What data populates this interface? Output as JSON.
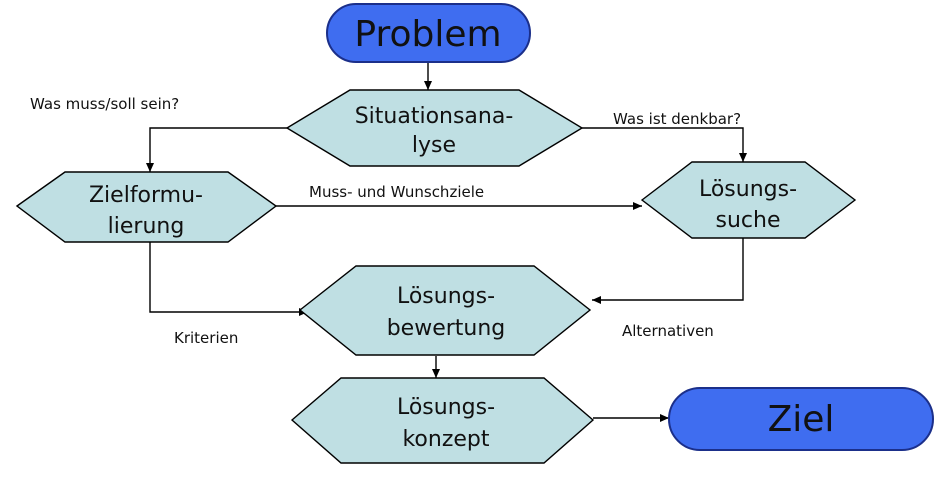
{
  "colors": {
    "terminal_fill": "#3f6df0",
    "terminal_stroke": "#1b2f8a",
    "process_fill": "#bfdfe3",
    "process_stroke": "#000000",
    "line": "#000000"
  },
  "nodes": {
    "problem": {
      "label": "Problem"
    },
    "situationsanalyse": {
      "line1": "Situationsana-",
      "line2": "lyse"
    },
    "zielformulierung": {
      "line1": "Zielformu-",
      "line2": "lierung"
    },
    "loesungssuche": {
      "line1": "Lösungs-",
      "line2": "suche"
    },
    "loesungsbewertung": {
      "line1": "Lösungs-",
      "line2": "bewertung"
    },
    "loesungskonzept": {
      "line1": "Lösungs-",
      "line2": "konzept"
    },
    "ziel": {
      "label": "Ziel"
    }
  },
  "edge_labels": {
    "was_muss": "Was muss/soll sein?",
    "was_denkbar": "Was ist denkbar?",
    "muss_wunsch": "Muss- und Wunschziele",
    "kriterien": "Kriterien",
    "alternativen": "Alternativen"
  }
}
